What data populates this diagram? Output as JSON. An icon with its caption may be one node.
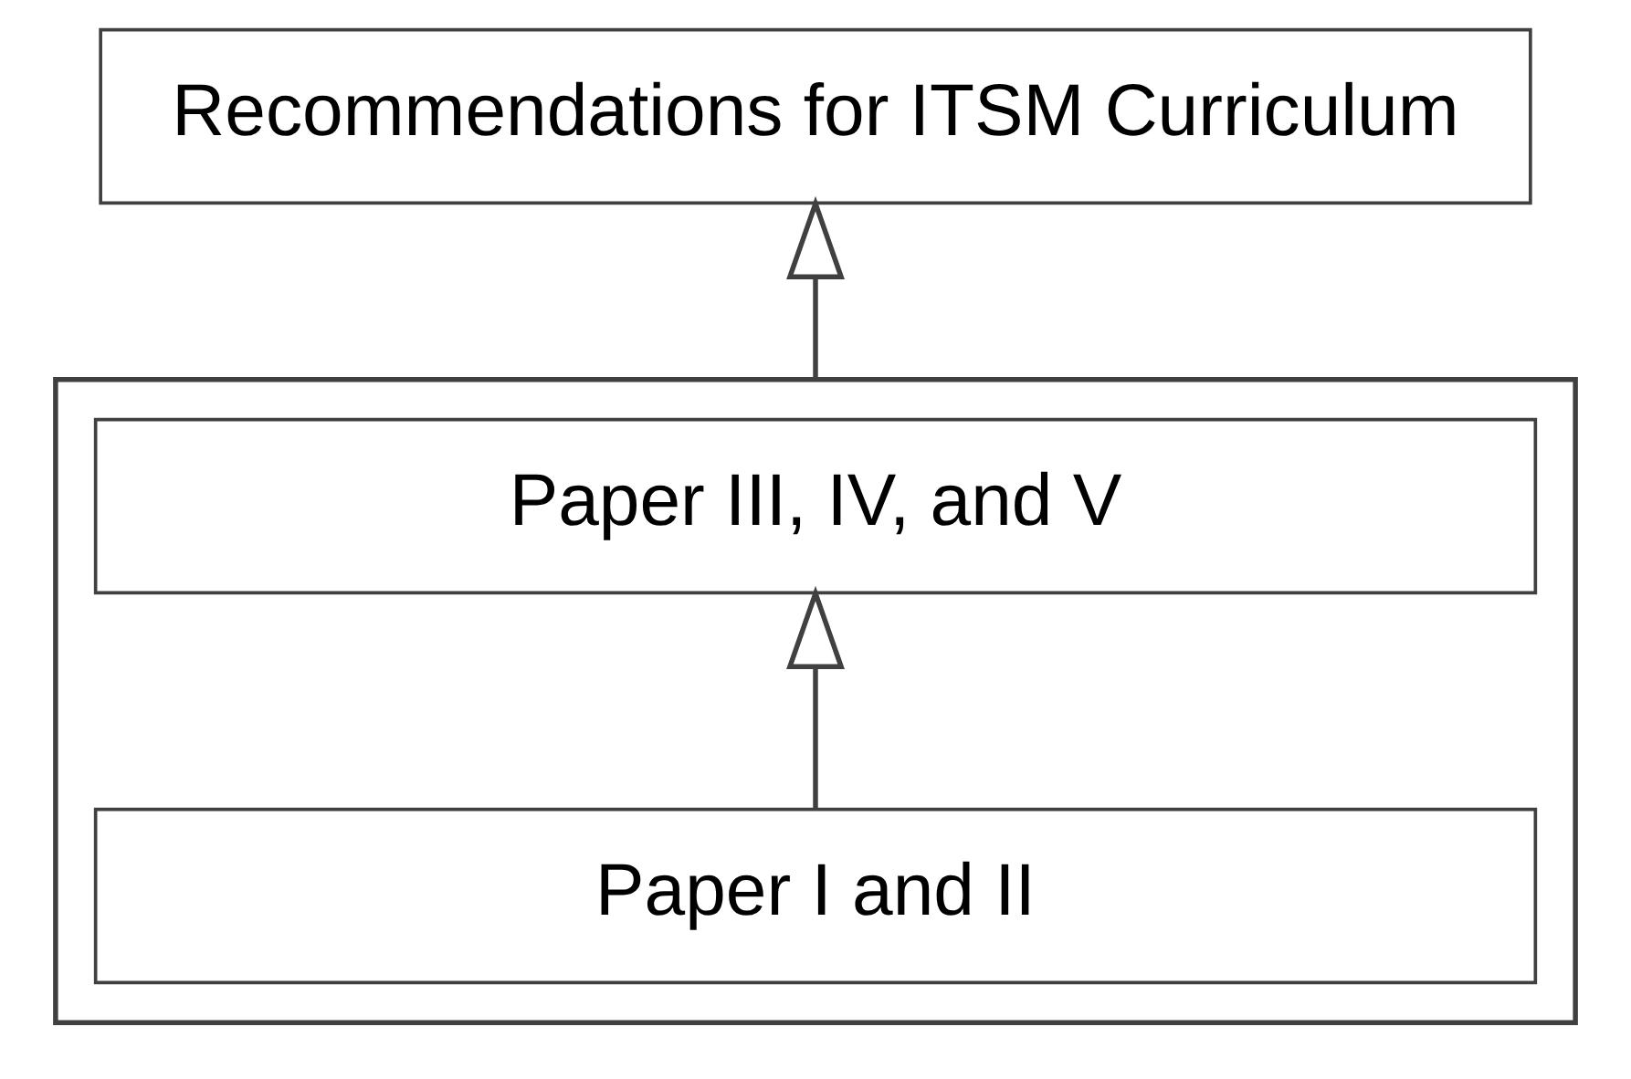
{
  "diagram": {
    "nodes": [
      {
        "text": [
          "Recommendations for ITSM Curriculum"
        ]
      },
      {
        "text": [],
        "shape": "box"
      },
      {
        "text": [
          "Paper III, IV, and V"
        ],
        "in": 1
      },
      {
        "text": [
          "Paper I and II"
        ],
        "in": 1
      }
    ],
    "edges": [
      {
        "from": 3,
        "to": 2,
        "arrow": "to"
      },
      {
        "from": 1,
        "to": 0,
        "arrow": "to"
      }
    ]
  }
}
